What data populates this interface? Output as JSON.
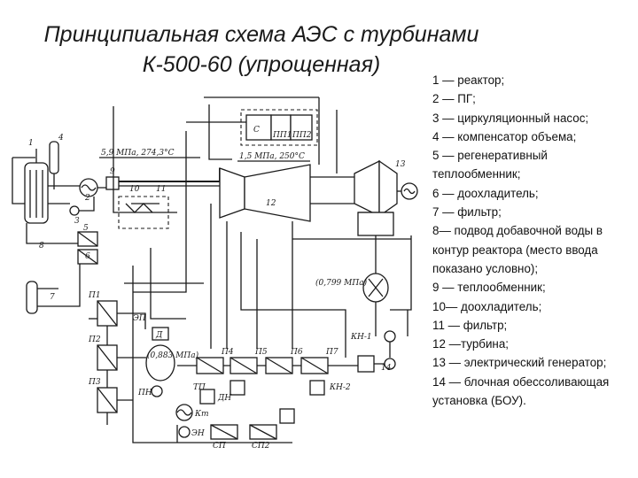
{
  "title": {
    "line1": "Принципиальная схема АЭС с турбинами",
    "line2": "К-500-60 (упрощенная)"
  },
  "legend": [
    "1 — реактор;",
    "2 — ПГ;",
    "3 — циркуляционный насос;",
    "4 — компенсатор объема;",
    "5 — регенеративный теплообменник;",
    "6 — доохладитель;",
    "7 — фильтр;",
    "8— подвод добавочной воды в контур реактора (место ввода показано условно);",
    "9 — теплообменник;",
    "10— доохладитель;",
    "11 — фильтр;",
    "12 —турбина;",
    "13 — электрический генератор;",
    "14 — блочная обессоливающая установка (БОУ)."
  ],
  "diagram": {
    "numbers": [
      "1",
      "2",
      "3",
      "4",
      "5",
      "6",
      "7",
      "8",
      "9",
      "10",
      "11",
      "12",
      "13",
      "14"
    ],
    "steam_params_hp": "5,9 МПа, 274,3°С",
    "steam_params_lp": "1,5 МПа, 250°С",
    "pressure_feed": "(0,799 МПа)",
    "pressure_deaerator": "(0,883 МПа)",
    "box_labels": {
      "separator": "С",
      "pp1": "ПП1",
      "pp2": "ПП2",
      "p1": "П1",
      "p2": "П2",
      "p3": "П3",
      "p4": "П4",
      "p5": "П5",
      "p6": "П6",
      "p7": "П7",
      "kn1": "КН-1",
      "kn2": "КН-2",
      "sp": "СП",
      "sp2": "СП2",
      "en": "ЭН",
      "dn": "ДН",
      "pn": "ПН",
      "tp": "ТП",
      "kt": "Кт",
      "ep": "ЭП",
      "d": "Д",
      "ep_sp": "ЭП",
      "bou": "14"
    }
  }
}
